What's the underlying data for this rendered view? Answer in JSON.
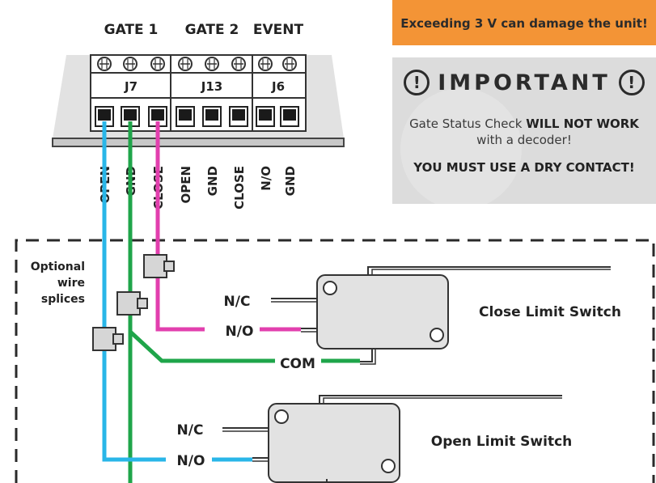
{
  "header_labels": {
    "gate1": "GATE 1",
    "gate2": "GATE 2",
    "event": "EVENT"
  },
  "connectors": {
    "j7": "J7",
    "j13": "J13",
    "j6": "J6"
  },
  "terminal_labels": [
    "OPEN",
    "GND",
    "CLOSE",
    "OPEN",
    "GND",
    "CLOSE",
    "N/O",
    "GND"
  ],
  "warning": {
    "text": "Exceeding 3 V can damage the unit!",
    "color": "#f39436"
  },
  "important": {
    "title": "IMPORTANT",
    "icon": "exclamation-circle-icon",
    "line1_prefix": "Gate Status Check ",
    "line1_strong": "WILL NOT WORK",
    "line2": "with a decoder!",
    "line3": "YOU MUST USE A DRY CONTACT!"
  },
  "splices_note": {
    "line1": "Optional",
    "line2": "wire",
    "line3": "splices"
  },
  "close_switch": {
    "title": "Close Limit Switch",
    "nc": "N/C",
    "no": "N/O",
    "com": "COM"
  },
  "open_switch": {
    "title": "Open Limit Switch",
    "nc": "N/C",
    "no": "N/O"
  },
  "wire_colors": {
    "open": "#29b6e8",
    "gnd": "#1fa54a",
    "close": "#e23fae"
  }
}
